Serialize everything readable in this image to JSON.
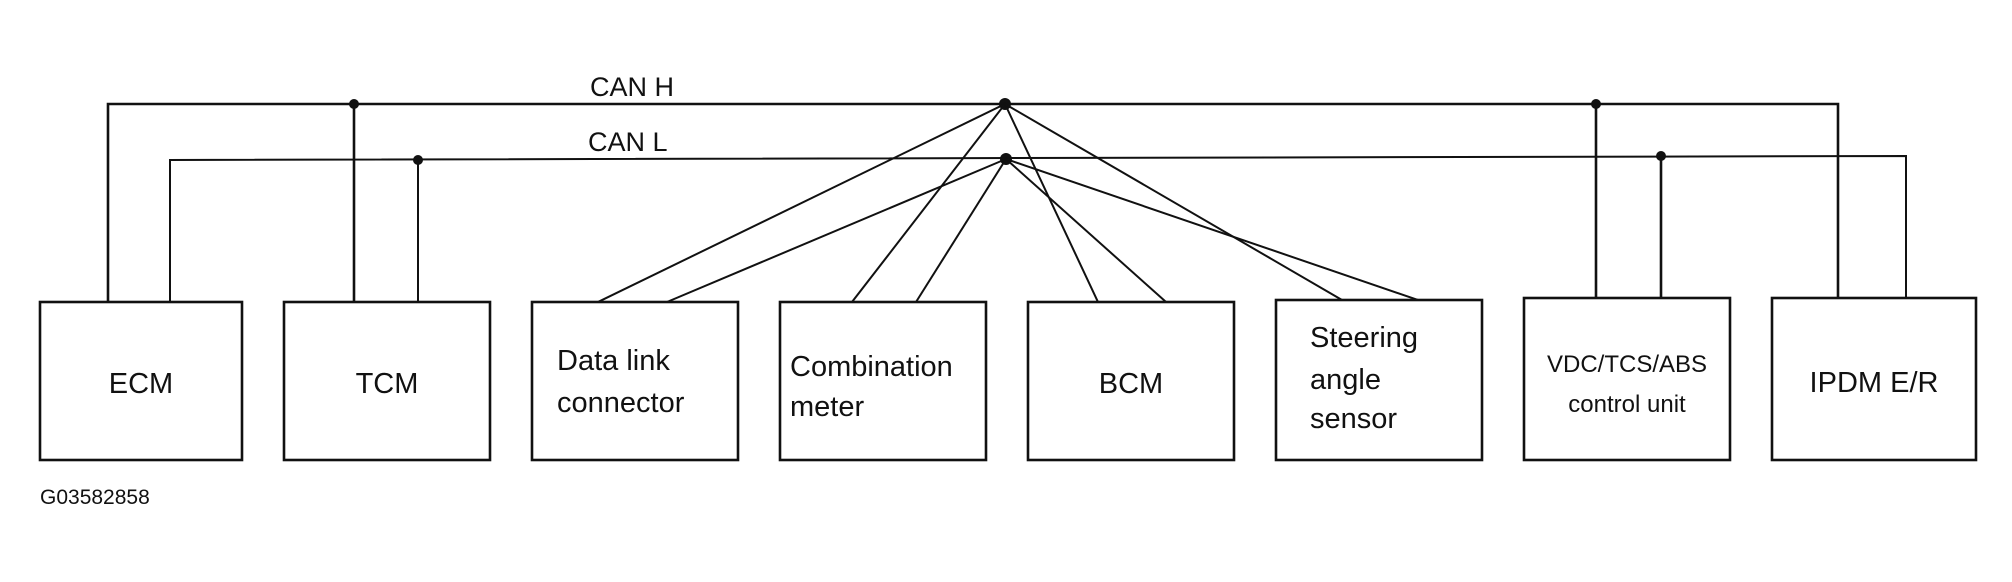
{
  "bus": {
    "can_h_label": "CAN H",
    "can_l_label": "CAN L"
  },
  "units": [
    {
      "id": "ecm",
      "lines": [
        "ECM"
      ]
    },
    {
      "id": "tcm",
      "lines": [
        "TCM"
      ]
    },
    {
      "id": "dlc",
      "lines": [
        "Data link",
        "connector"
      ]
    },
    {
      "id": "meter",
      "lines": [
        "Combination",
        "meter"
      ]
    },
    {
      "id": "bcm",
      "lines": [
        "BCM"
      ]
    },
    {
      "id": "steering",
      "lines": [
        "Steering",
        "angle",
        "sensor"
      ]
    },
    {
      "id": "vdc",
      "lines": [
        "VDC/TCS/ABS",
        "control unit"
      ]
    },
    {
      "id": "ipdm",
      "lines": [
        "IPDM E/R"
      ]
    }
  ],
  "figure_id": "G03582858",
  "colors": {
    "line": "#111111",
    "background": "#ffffff"
  }
}
